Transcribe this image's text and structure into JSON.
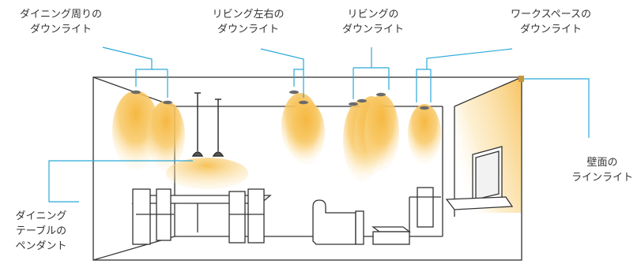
{
  "labels": {
    "dining_down": [
      "ダイニング周りの",
      "ダウンライト"
    ],
    "living_lr_down": [
      "リビング左右の",
      "ダウンライト"
    ],
    "living_down": [
      "リビングの",
      "ダウンライト"
    ],
    "workspace_down": [
      "ワークスペースの",
      "ダウンライト"
    ],
    "wall_line": [
      "壁面の",
      "ラインライト"
    ],
    "dining_pendant": [
      "ダイニング",
      "テーブルの",
      "ペンダント"
    ]
  },
  "colors": {
    "callout_line": "#29a9d8",
    "light_glow": "#f5b841",
    "outline": "#333333",
    "fixture": "#6b6b6b"
  }
}
